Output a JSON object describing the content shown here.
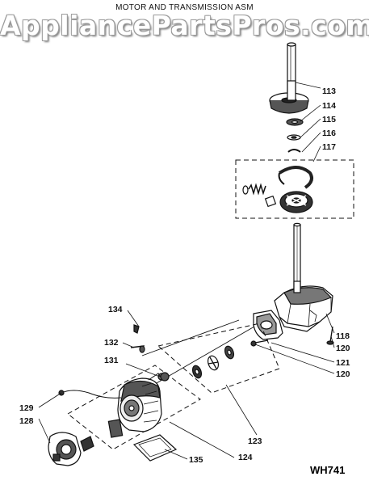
{
  "diagram": {
    "title": "MOTOR AND TRANSMISSION ASM",
    "watermark": "AppliancePartsPros.com",
    "model_code": "WH741",
    "callouts": [
      {
        "id": "c113",
        "text": "113"
      },
      {
        "id": "c114",
        "text": "114"
      },
      {
        "id": "c115",
        "text": "115"
      },
      {
        "id": "c116",
        "text": "116"
      },
      {
        "id": "c117",
        "text": "117"
      },
      {
        "id": "c118",
        "text": "118"
      },
      {
        "id": "c120a",
        "text": "120"
      },
      {
        "id": "c121",
        "text": "121"
      },
      {
        "id": "c120b",
        "text": "120"
      },
      {
        "id": "c134",
        "text": "134"
      },
      {
        "id": "c132",
        "text": "132"
      },
      {
        "id": "c131",
        "text": "131"
      },
      {
        "id": "c129",
        "text": "129"
      },
      {
        "id": "c128",
        "text": "128"
      },
      {
        "id": "c123",
        "text": "123"
      },
      {
        "id": "c124",
        "text": "124"
      },
      {
        "id": "c135",
        "text": "135"
      }
    ]
  }
}
